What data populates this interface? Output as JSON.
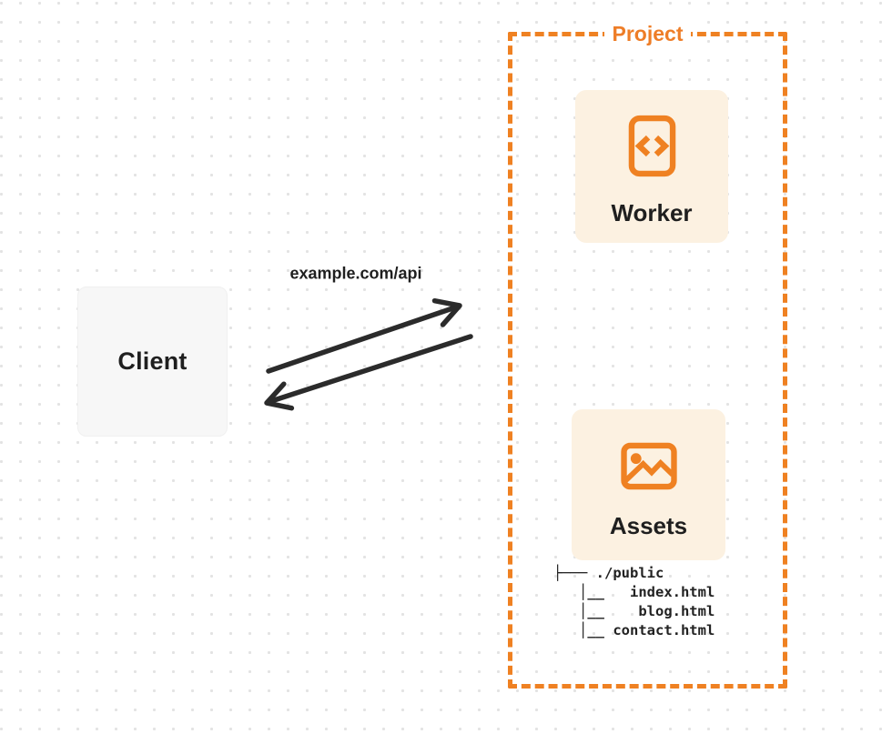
{
  "diagram": {
    "client": {
      "label": "Client"
    },
    "request_label": "example.com/api",
    "project": {
      "label": "Project",
      "worker": {
        "label": "Worker"
      },
      "assets": {
        "label": "Assets",
        "file_tree_text": "├─── ./public\n   │__   index.html\n   │__    blog.html\n   │__ contact.html"
      }
    },
    "colors": {
      "accent_orange": "#EF8122",
      "node_cream_fill": "#FCF1E1",
      "client_gray_fill": "#F7F7F7",
      "arrow_dark": "#2B2B2B",
      "text_dark": "#1F1F1F",
      "dot_grid_gray": "#E3E3E3"
    }
  }
}
